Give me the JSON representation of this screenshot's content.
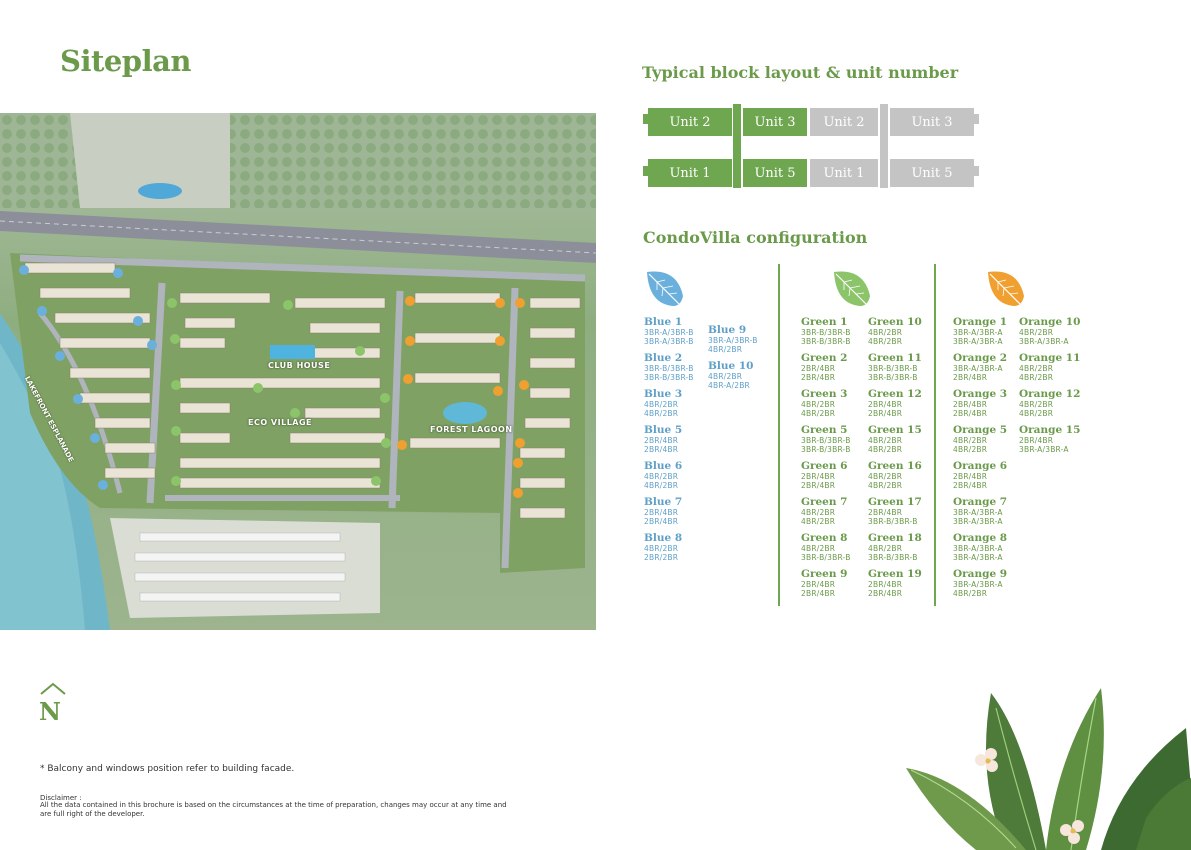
{
  "title": "Siteplan",
  "block_layout": {
    "heading": "Typical block layout & unit number",
    "top_row": [
      "Unit 2",
      "Unit 3",
      "Unit 2",
      "Unit 3"
    ],
    "bottom_row": [
      "Unit 1",
      "Unit 5",
      "Unit 1",
      "Unit 5"
    ],
    "colors": {
      "highlight": "#6fa650",
      "neutral": "#c4c4c4"
    }
  },
  "config": {
    "heading": "CondoVilla configuration",
    "colors": {
      "blue": "#6bb0dc",
      "green": "#8cc46a",
      "orange": "#f0a030"
    },
    "blue": [
      {
        "name": "Blue 1",
        "lines": [
          "3BR-A/3BR-B",
          "3BR-A/3BR-B"
        ]
      },
      {
        "name": "Blue 2",
        "lines": [
          "3BR-B/3BR-B",
          "3BR-B/3BR-B"
        ]
      },
      {
        "name": "Blue 3",
        "lines": [
          "4BR/2BR",
          "4BR/2BR"
        ]
      },
      {
        "name": "Blue 5",
        "lines": [
          "2BR/4BR",
          "2BR/4BR"
        ]
      },
      {
        "name": "Blue 6",
        "lines": [
          "4BR/2BR",
          "4BR/2BR"
        ]
      },
      {
        "name": "Blue 7",
        "lines": [
          "2BR/4BR",
          "2BR/4BR"
        ]
      },
      {
        "name": "Blue 8",
        "lines": [
          "4BR/2BR",
          "2BR/2BR"
        ]
      },
      {
        "name": "Blue 9",
        "lines": [
          "3BR-A/3BR-B",
          "4BR/2BR"
        ]
      },
      {
        "name": "Blue 10",
        "lines": [
          "4BR/2BR",
          "4BR-A/2BR"
        ]
      }
    ],
    "green": [
      {
        "name": "Green 1",
        "lines": [
          "3BR-B/3BR-B",
          "3BR-B/3BR-B"
        ]
      },
      {
        "name": "Green 2",
        "lines": [
          "2BR/4BR",
          "2BR/4BR"
        ]
      },
      {
        "name": "Green 3",
        "lines": [
          "4BR/2BR",
          "4BR/2BR"
        ]
      },
      {
        "name": "Green 5",
        "lines": [
          "3BR-B/3BR-B",
          "3BR-B/3BR-B"
        ]
      },
      {
        "name": "Green 6",
        "lines": [
          "2BR/4BR",
          "2BR/4BR"
        ]
      },
      {
        "name": "Green 7",
        "lines": [
          "4BR/2BR",
          "4BR/2BR"
        ]
      },
      {
        "name": "Green 8",
        "lines": [
          "4BR/2BR",
          "3BR-B/3BR-B"
        ]
      },
      {
        "name": "Green 9",
        "lines": [
          "2BR/4BR",
          "2BR/4BR"
        ]
      },
      {
        "name": "Green 10",
        "lines": [
          "4BR/2BR",
          "4BR/2BR"
        ]
      },
      {
        "name": "Green 11",
        "lines": [
          "3BR-B/3BR-B",
          "3BR-B/3BR-B"
        ]
      },
      {
        "name": "Green 12",
        "lines": [
          "2BR/4BR",
          "2BR/4BR"
        ]
      },
      {
        "name": "Green 15",
        "lines": [
          "4BR/2BR",
          "4BR/2BR"
        ]
      },
      {
        "name": "Green 16",
        "lines": [
          "4BR/2BR",
          "4BR/2BR"
        ]
      },
      {
        "name": "Green 17",
        "lines": [
          "2BR/4BR",
          "3BR-B/3BR-B"
        ]
      },
      {
        "name": "Green 18",
        "lines": [
          "4BR/2BR",
          "3BR-B/3BR-B"
        ]
      },
      {
        "name": "Green 19",
        "lines": [
          "2BR/4BR",
          "2BR/4BR"
        ]
      }
    ],
    "orange": [
      {
        "name": "Orange 1",
        "lines": [
          "3BR-A/3BR-A",
          "3BR-A/3BR-A"
        ]
      },
      {
        "name": "Orange 2",
        "lines": [
          "3BR-A/3BR-A",
          "2BR/4BR"
        ]
      },
      {
        "name": "Orange 3",
        "lines": [
          "2BR/4BR",
          "2BR/4BR"
        ]
      },
      {
        "name": "Orange 5",
        "lines": [
          "4BR/2BR",
          "4BR/2BR"
        ]
      },
      {
        "name": "Orange 6",
        "lines": [
          "2BR/4BR",
          "2BR/4BR"
        ]
      },
      {
        "name": "Orange 7",
        "lines": [
          "3BR-A/3BR-A",
          "3BR-A/3BR-A"
        ]
      },
      {
        "name": "Orange 8",
        "lines": [
          "3BR-A/3BR-A",
          "3BR-A/3BR-A"
        ]
      },
      {
        "name": "Orange 9",
        "lines": [
          "3BR-A/3BR-A",
          "4BR/2BR"
        ]
      },
      {
        "name": "Orange 10",
        "lines": [
          "4BR/2BR",
          "3BR-A/3BR-A"
        ]
      },
      {
        "name": "Orange 11",
        "lines": [
          "4BR/2BR",
          "4BR/2BR"
        ]
      },
      {
        "name": "Orange 12",
        "lines": [
          "4BR/2BR",
          "4BR/2BR"
        ]
      },
      {
        "name": "Orange 15",
        "lines": [
          "2BR/4BR",
          "3BR-A/3BR-A"
        ]
      }
    ]
  },
  "map": {
    "labels": {
      "club_house": "CLUB HOUSE",
      "eco_village": "ECO VILLAGE",
      "forest_lagoon": "FOREST LAGOON",
      "lakefront": "LAKEFRONT ESPLANADE"
    }
  },
  "compass": {
    "letter": "N"
  },
  "footnote": "* Balcony and windows position refer to building facade.",
  "disclaimer": {
    "heading": "Disclaimer :",
    "text": "All the data contained in this brochure is based on the circumstances at the time of preparation, changes may occur at any time and are full right of the developer."
  }
}
